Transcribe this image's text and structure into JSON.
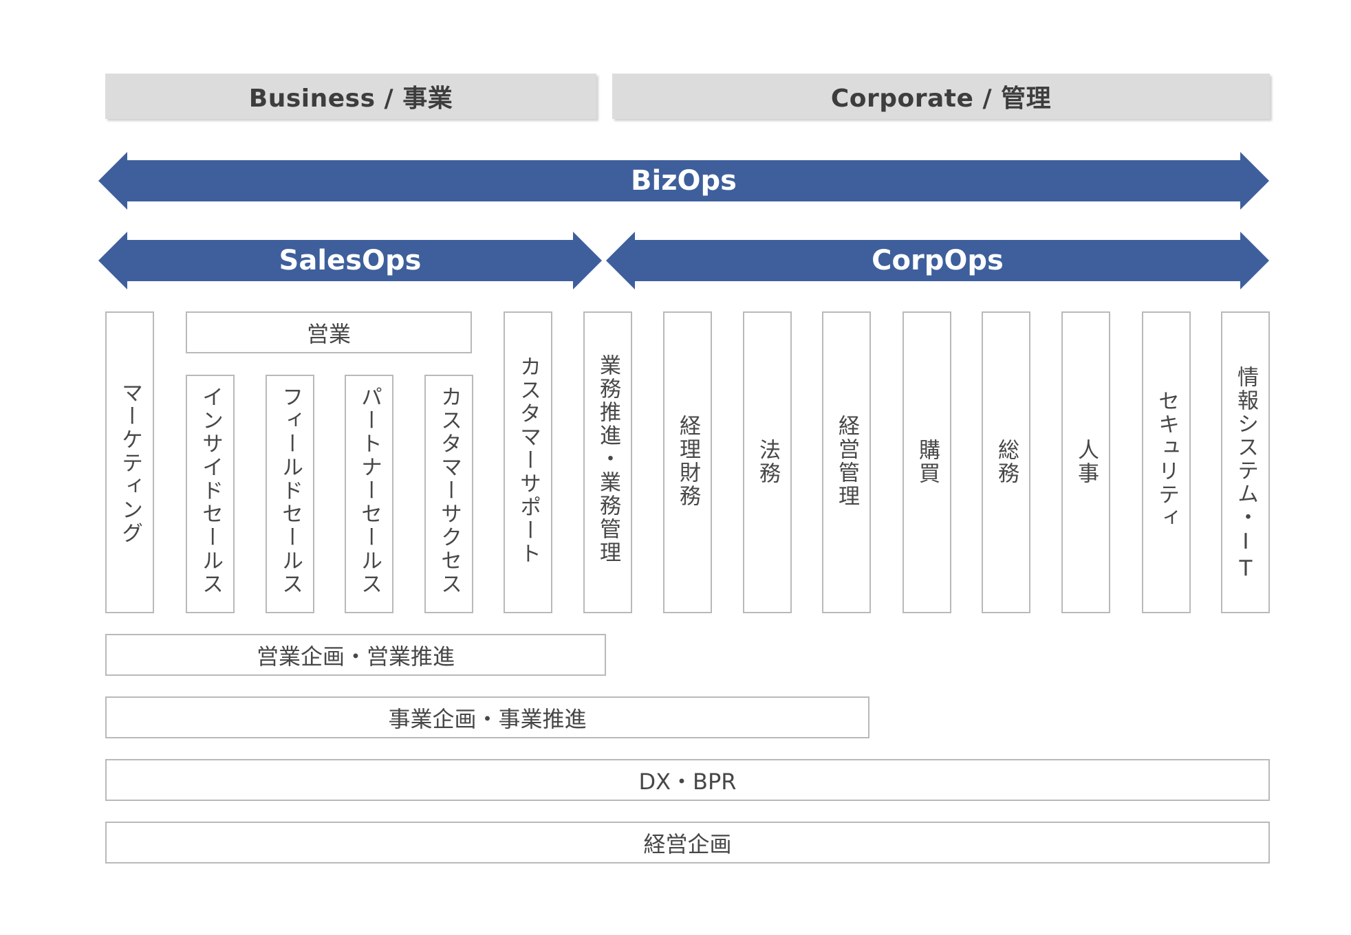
{
  "headers": {
    "business": "Business / 事業",
    "corporate": "Corporate / 管理"
  },
  "arrows": {
    "bizops": "BizOps",
    "salesops": "SalesOps",
    "corpops": "CorpOps"
  },
  "sales_group": {
    "label": "営業",
    "items": [
      "インサイドセールス",
      "フィールドセールス",
      "パートナーセールス",
      "カスタマーサクセス"
    ]
  },
  "functions": {
    "marketing": "マーケティング",
    "customer_support": "カスタマーサポート",
    "business_ops": "業務推進・業務管理",
    "accounting": "経理財務",
    "legal": "法務",
    "management": "経営管理",
    "purchasing": "購買",
    "general_affairs": "総務",
    "hr": "人事",
    "security": "セキュリティ",
    "it": "情報システム・IT"
  },
  "bands": {
    "sales_planning": "営業企画・営業推進",
    "business_planning": "事業企画・事業推進",
    "dx_bpr": "DX・BPR",
    "corporate_planning": "経営企画"
  },
  "colors": {
    "arrow": "#3e5f9c",
    "header_bg": "#dcdcdc",
    "box_border": "#b9b9b9"
  }
}
